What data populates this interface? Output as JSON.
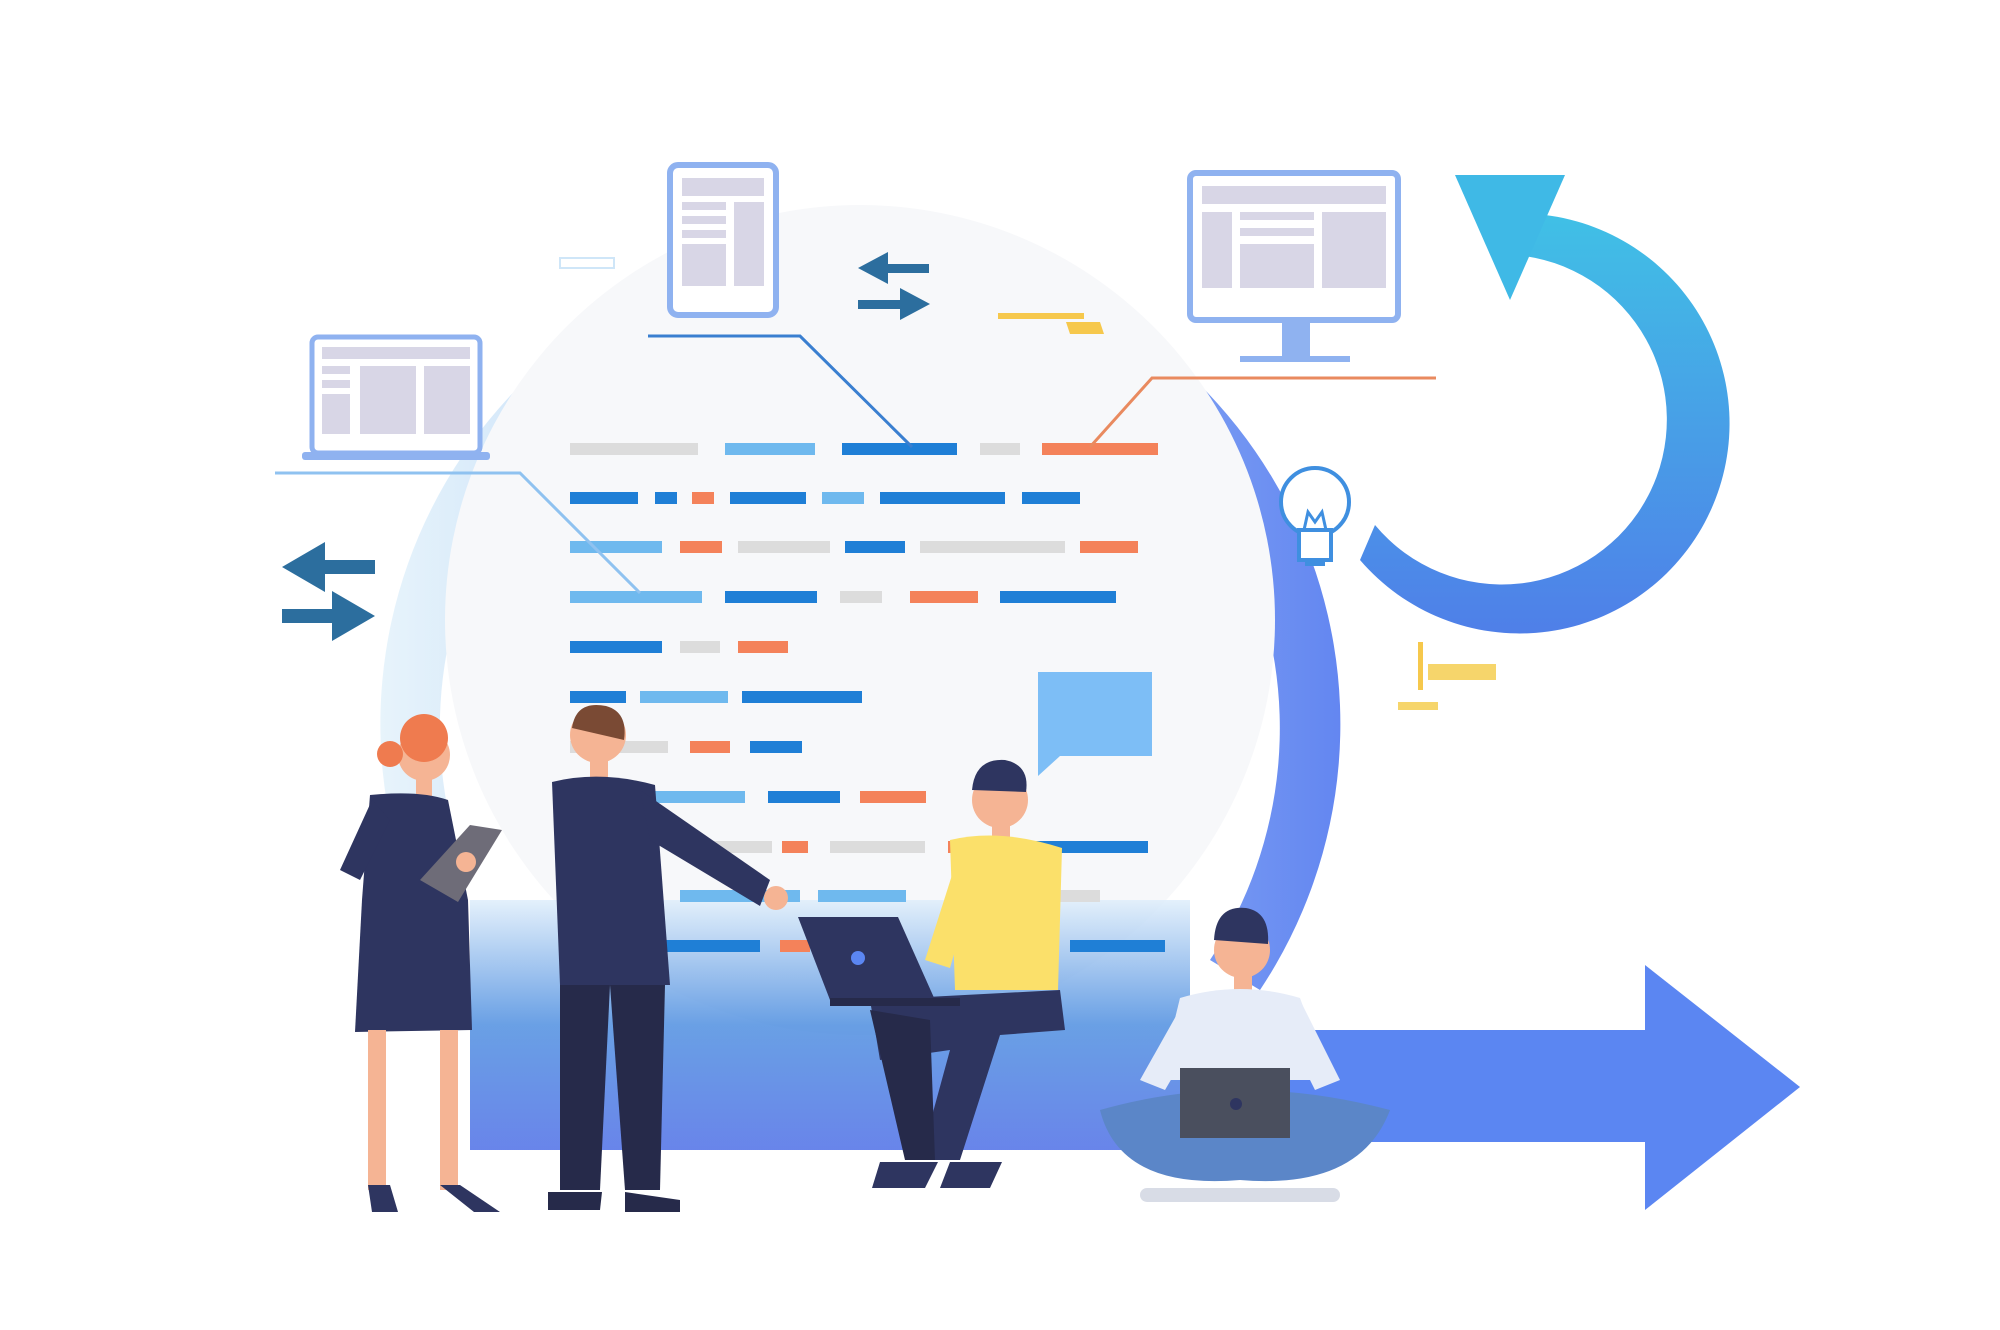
{
  "scene": {
    "description_visible_text": []
  },
  "colors": {
    "cycle_light": "#cfe6f8",
    "cycle_mid": "#8fb4f5",
    "cycle_dark": "#5a7ff0",
    "arrow_cyan": "#3eb7e6",
    "arrow_blue": "#5a7ff0",
    "bar_blue": "#1f7fd6",
    "bar_lightblue": "#6fb9ee",
    "bar_orange": "#f4825a",
    "bar_gray": "#dcdcdc",
    "navy": "#2e3560",
    "device_frame": "#8fb2f0",
    "device_screen": "#d8d6e6",
    "line_orange": "#e98a5f",
    "line_blue": "#3a7fd0",
    "bulb_blue": "#3f8fe0",
    "accent_yellow": "#f6c84c",
    "bubble_blue": "#7dbef6",
    "skin": "#f5b494"
  },
  "icons": [
    "laptop-icon",
    "tablet-icon",
    "monitor-icon",
    "swap-arrows-icon",
    "lightbulb-icon",
    "speech-bubble-icon",
    "cycle-arrow-icon",
    "forward-arrow-icon"
  ],
  "people": [
    "woman-with-tablet",
    "man-in-suit-pointing",
    "man-sitting-with-laptop",
    "man-cross-legged-with-laptop"
  ]
}
